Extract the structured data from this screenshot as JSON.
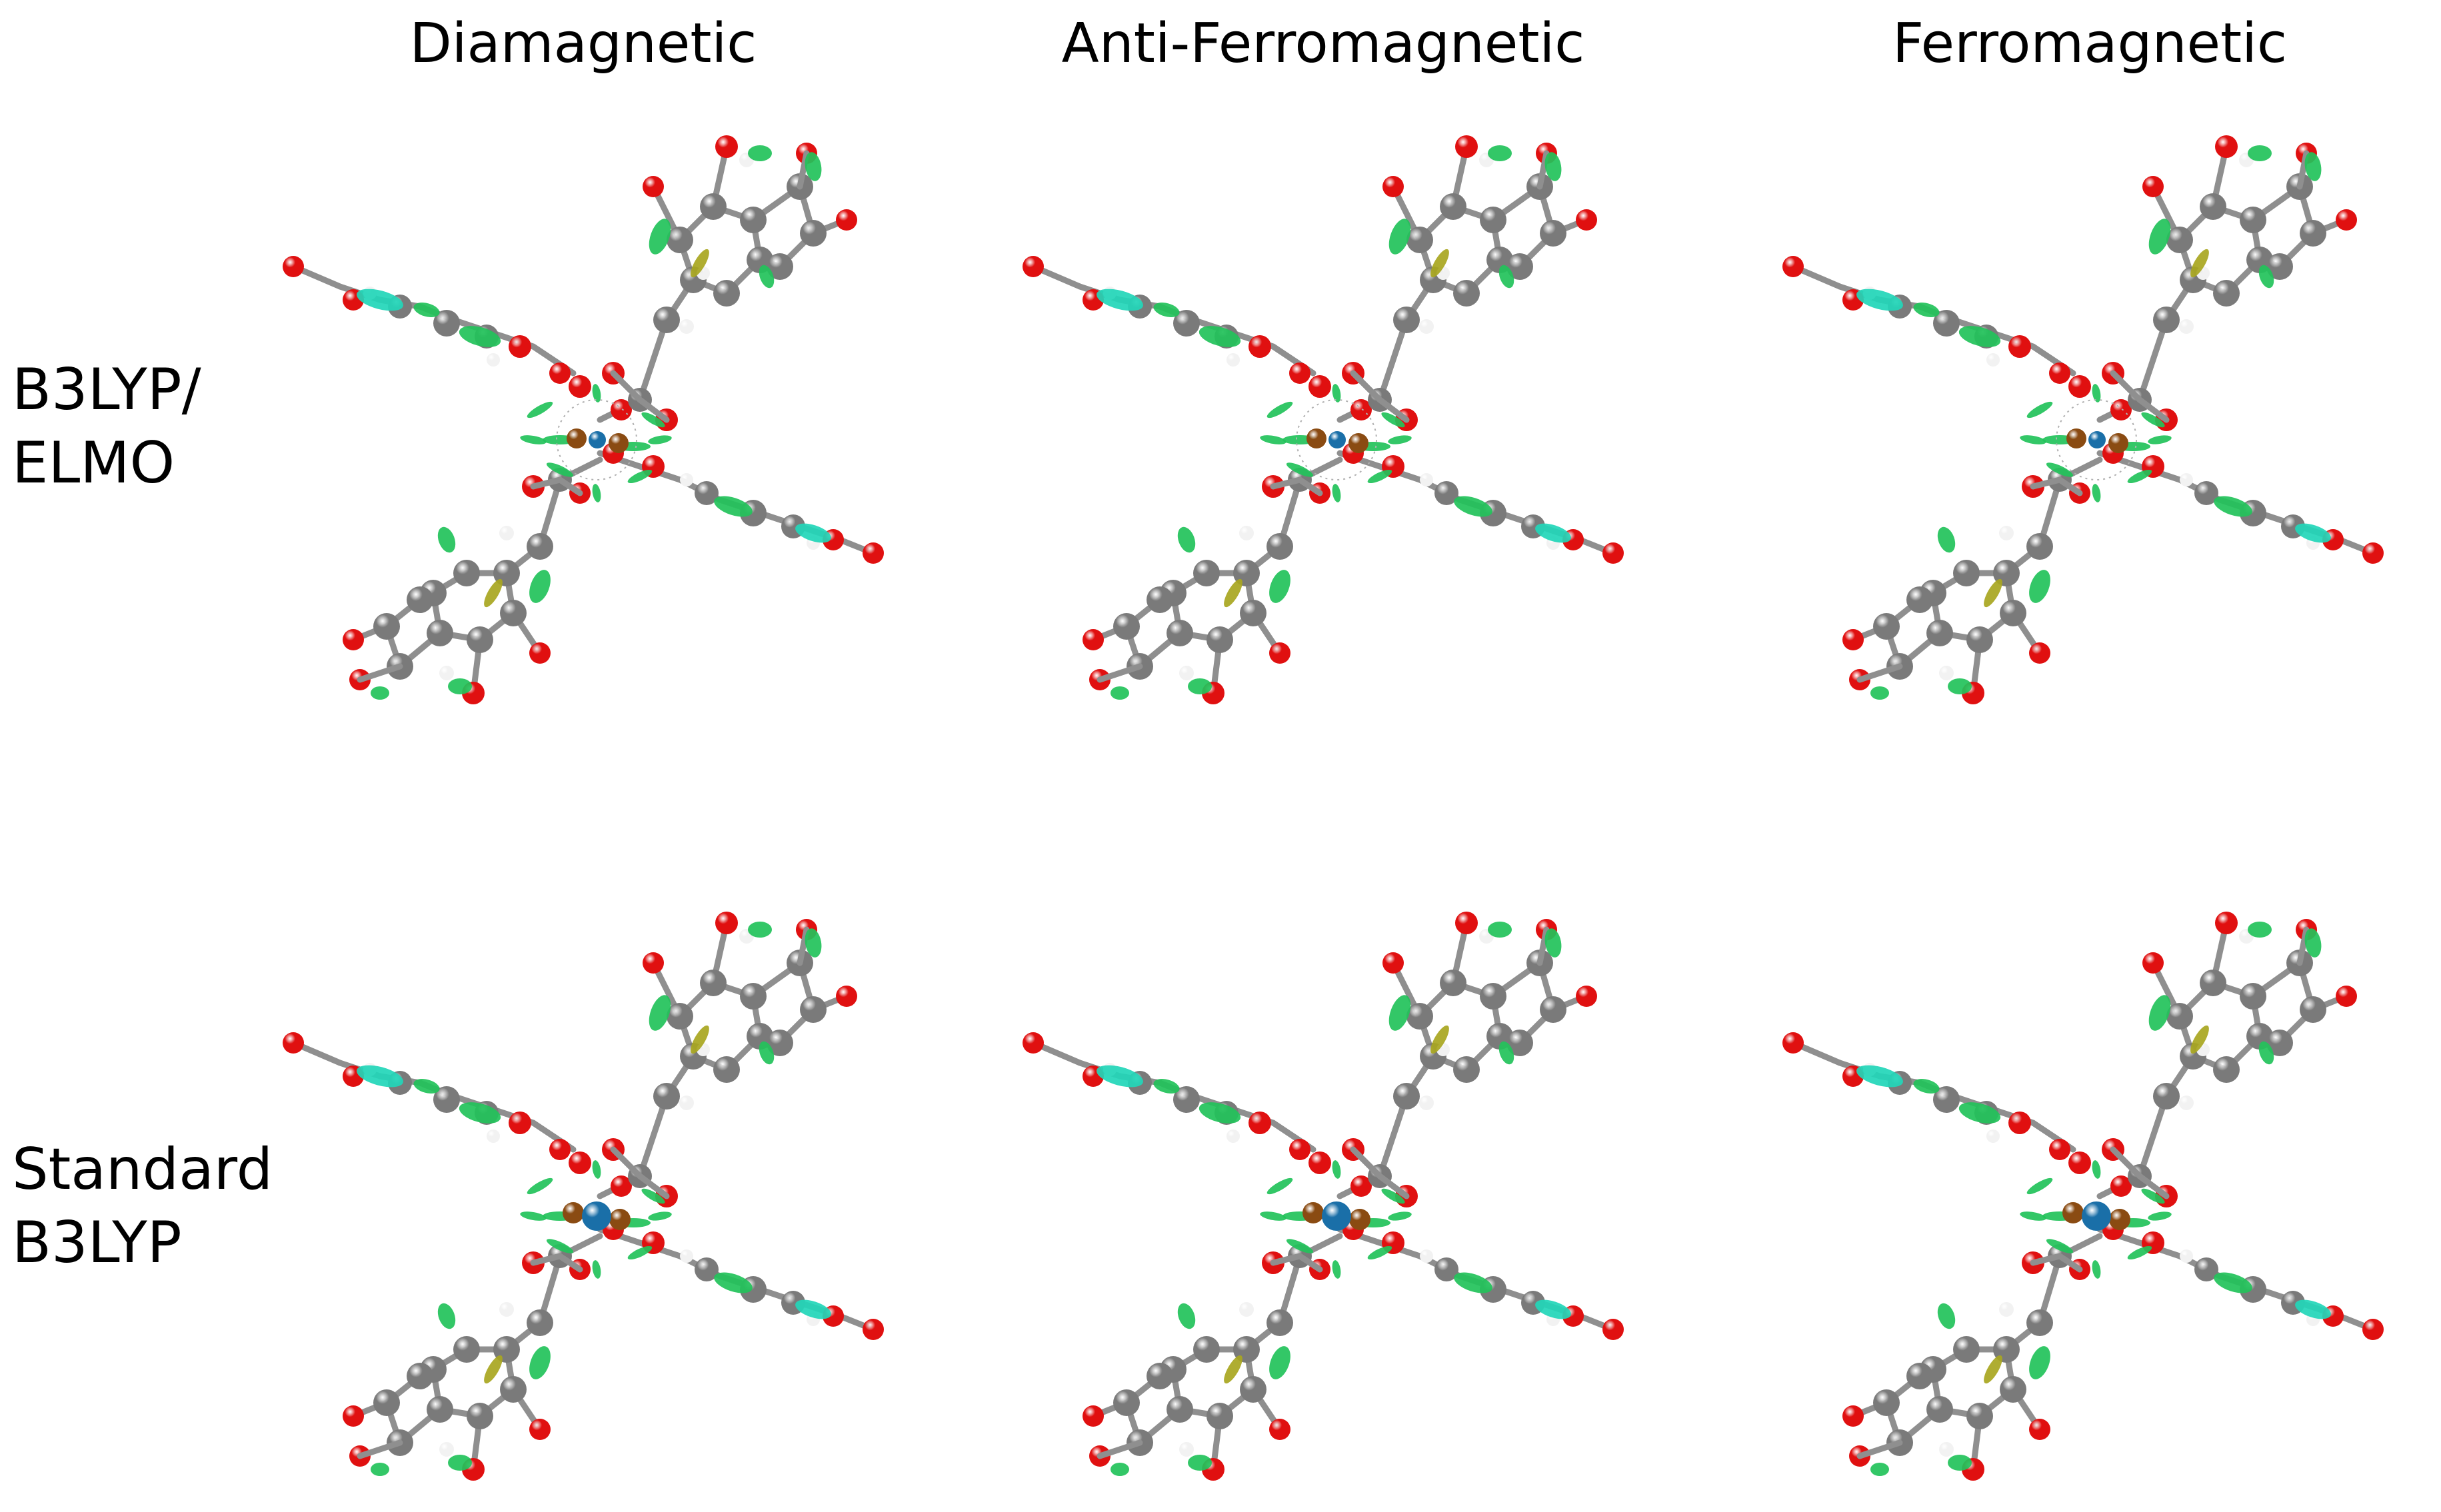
{
  "columns": [
    {
      "label": "Diamagnetic"
    },
    {
      "label": "Anti-Ferromagnetic"
    },
    {
      "label": "Ferromagnetic"
    }
  ],
  "rows": [
    {
      "label_line1": "B3LYP/",
      "label_line2": "ELMO",
      "variant": "elmo"
    },
    {
      "label_line1": "Standard",
      "label_line2": "B3LYP",
      "variant": "standard"
    }
  ],
  "colors": {
    "carbon": "#7a7a7a",
    "oxygen": "#e01010",
    "hydrogen": "#f2f2f2",
    "copper": "#8a4b12",
    "metal_center": "#1a6fa8",
    "nci_green": "#22c25a",
    "nci_cyan": "#22d6b8",
    "nci_yellow": "#a8a620",
    "bond": "#8f8f8f"
  }
}
